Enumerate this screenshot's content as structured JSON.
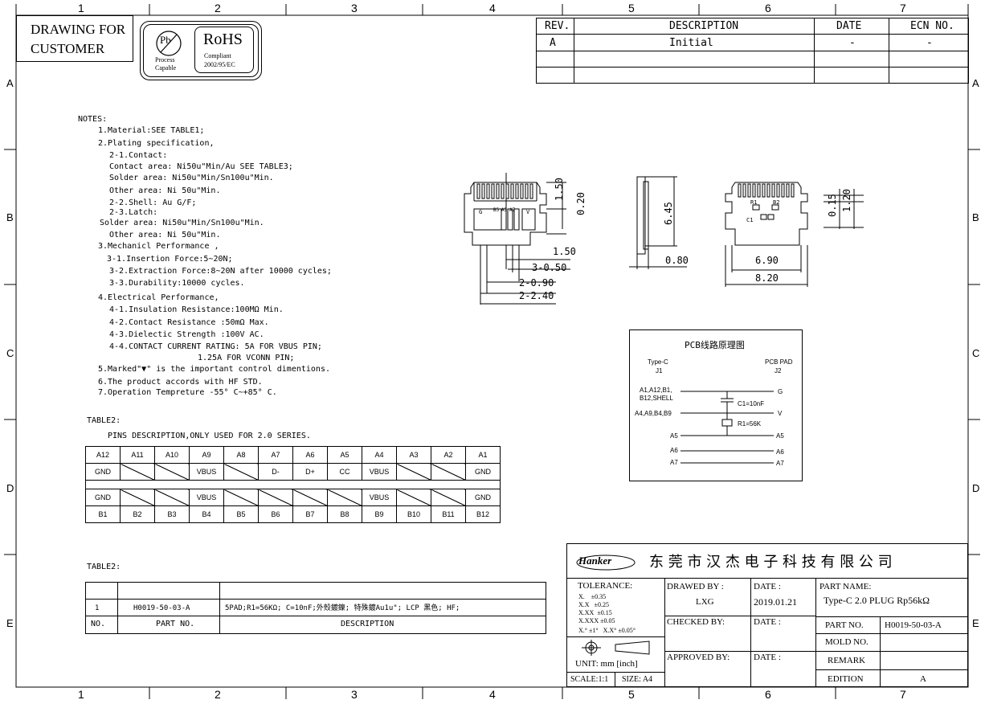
{
  "frame": {
    "top_cols": [
      "1",
      "2",
      "3",
      "4",
      "5",
      "6",
      "7"
    ],
    "bottom_cols": [
      "1",
      "2",
      "3",
      "4",
      "5",
      "6",
      "7"
    ],
    "rows": [
      "A",
      "B",
      "C",
      "D",
      "E"
    ]
  },
  "header": {
    "drawing_for": [
      "DRAWING FOR",
      "CUSTOMER"
    ],
    "pb_mark": "Pb",
    "pb_caption": [
      "Process",
      "Capable"
    ],
    "rohs_title": "RoHS",
    "rohs_caption": [
      "Compliant",
      "2002/95/EC"
    ]
  },
  "revision": {
    "headers": [
      "REV.",
      "DESCRIPTION",
      "DATE",
      "ECN NO."
    ],
    "rows": [
      [
        "A",
        "Initial",
        "-",
        "-"
      ],
      [
        "",
        "",
        "",
        ""
      ],
      [
        "",
        "",
        "",
        ""
      ]
    ]
  },
  "notes": [
    "NOTES:",
    "1.Material:SEE TABLE1;",
    "2.Plating specification,",
    "2-1.Contact:",
    "Contact area: Ni50u\"Min/Au SEE TABLE3;",
    "Solder area: Ni50u\"Min/Sn100u\"Min.",
    "Other area: Ni 50u\"Min.",
    "2-2.Shell: Au G/F;",
    "2-3.Latch:",
    "Solder area: Ni50u\"Min/Sn100u\"Min.",
    "Other area: Ni 50u\"Min.",
    "3.Mechanicl Performance ,",
    "3-1.Insertion Force:5~20N;",
    "3-2.Extraction Force:8~20N after 10000 cycles;",
    "3-3.Durability:10000 cycles.",
    "4.Electrical Performance,",
    "4-1.Insulation Resistance:100MΩ Min.",
    "4-2.Contact Resistance :50mΩ Max.",
    "4-3.Dielectic Strength :100V AC.",
    "4-4.CONTACT CURRENT RATING: 5A FOR VBUS PIN;",
    "1.25A FOR VCONN PIN;",
    "5.Marked\"▼\" is the important control dimentions.",
    "6.The product accords with HF STD.",
    "7.Operation Tempreture -55° C~+85° C."
  ],
  "dims": {
    "front": [
      "1.50",
      "0.20",
      "1.50",
      "3-0.50",
      "2-0.90",
      "2-2.40"
    ],
    "side": [
      "6.45",
      "0.80"
    ],
    "back": [
      "0.15",
      "1.20",
      "6.90",
      "8.20"
    ],
    "pad_labels": [
      "G",
      "B5",
      "A5",
      "A7",
      "V"
    ],
    "back_labels": [
      "R1",
      "B2",
      "C1"
    ]
  },
  "pcb": {
    "title": "PCB线路原理图",
    "left_head": [
      "Type-C",
      "J1"
    ],
    "right_head": [
      "PCB PAD",
      "J2"
    ],
    "rows": [
      {
        "left": "A1,A12,B1,\nB12,SHELL",
        "right": "G"
      },
      {
        "left": "A4,A9,B4,B9",
        "right": "V"
      },
      {
        "left": "A5",
        "right": "A5"
      },
      {
        "left": "A6",
        "right": "A6"
      },
      {
        "left": "A7",
        "right": "A7"
      }
    ],
    "c1": "C1=10nF",
    "r1": "R1=56K"
  },
  "table2a": {
    "label": "TABLE2:",
    "caption": "PINS DESCRIPTION,ONLY USED FOR 2.0 SERIES.",
    "a_pins": [
      "A12",
      "A11",
      "A10",
      "A9",
      "A8",
      "A7",
      "A6",
      "A5",
      "A4",
      "A3",
      "A2",
      "A1"
    ],
    "a_func": [
      "GND",
      "",
      "",
      "VBUS",
      "",
      "D-",
      "D+",
      "CC",
      "VBUS",
      "",
      "",
      "GND"
    ],
    "b_func": [
      "GND",
      "",
      "",
      "VBUS",
      "",
      "",
      "",
      "",
      "VBUS",
      "",
      "",
      "GND"
    ],
    "b_pins": [
      "B1",
      "B2",
      "B3",
      "B4",
      "B5",
      "B6",
      "B7",
      "B8",
      "B9",
      "B10",
      "B11",
      "B12"
    ]
  },
  "table2b": {
    "label": "TABLE2:",
    "row": [
      "1",
      "H0019-50-03-A",
      "5PAD;R1=56KΩ; C=10nF;外殼鍍鎳; 特殊鍍Au1u\"; LCP 黑色; HF;"
    ],
    "headers": [
      "NO.",
      "PART NO.",
      "DESCRIPTION"
    ]
  },
  "titleblock": {
    "company": "东 莞 市 汉 杰 电 子 科 技 有 限 公 司",
    "logo": "Hanker",
    "tolerance_title": "TOLERANCE:",
    "tolerances": [
      "X.    ±0.35",
      "X.X   ±0.25",
      "X.XX  ±0.15",
      "X.XXX ±0.05"
    ],
    "angle": "X.° ±1°   X.X° ±0.05°",
    "unit": "UNIT: mm [inch]",
    "scale": "SCALE:1:1",
    "size": "SIZE: A4",
    "drawn_by_label": "DRAWED BY :",
    "drawn_by": "LXG",
    "date_label": "DATE :",
    "date": "2019.01.21",
    "checked_label": "CHECKED BY:",
    "approved_label": "APPROVED BY:",
    "part_name_label": "PART NAME:",
    "part_name": "Type-C 2.0 PLUG Rp56kΩ",
    "part_no_label": "PART NO.",
    "part_no": "H0019-50-03-A",
    "mold_label": "MOLD NO.",
    "remark_label": "REMARK",
    "edition_label": "EDITION",
    "edition": "A"
  }
}
